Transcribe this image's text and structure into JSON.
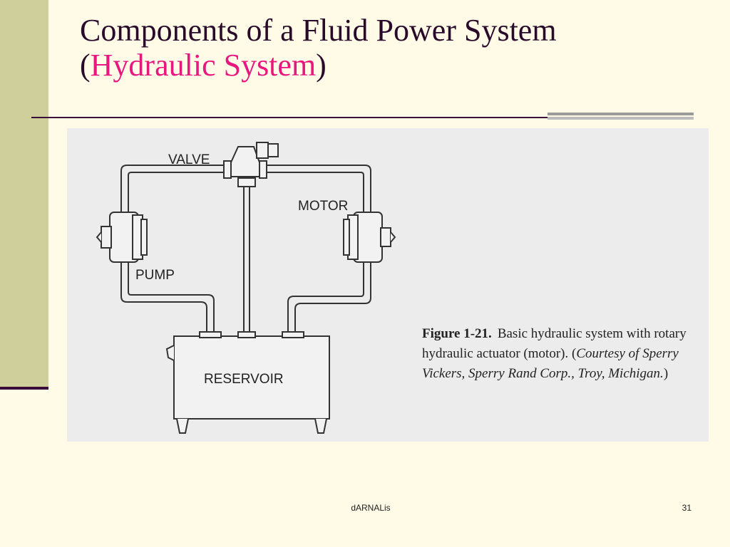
{
  "slide": {
    "title_line1": "Components of a Fluid Power System",
    "title_open_paren": "(",
    "title_accent": "Hydraulic System",
    "title_close_paren": ")"
  },
  "diagram": {
    "labels": {
      "valve": "VALVE",
      "motor": "MOTOR",
      "pump": "PUMP",
      "reservoir": "RESERVOIR"
    }
  },
  "caption": {
    "figure_label": "Figure 1-21.",
    "text": "Basic hydraulic system with rotary hydraulic actuator (motor).",
    "credit_open": "(",
    "credit": "Courtesy of Sperry Vickers, Sperry Rand Corp., Troy, Michigan.",
    "credit_close": ")"
  },
  "footer": {
    "author": "dARNALis",
    "page_number": "31"
  },
  "colors": {
    "title": "#2a0a2a",
    "accent": "#e8177f",
    "background": "#fffbe7",
    "sidebar": "#cfcf9c"
  }
}
